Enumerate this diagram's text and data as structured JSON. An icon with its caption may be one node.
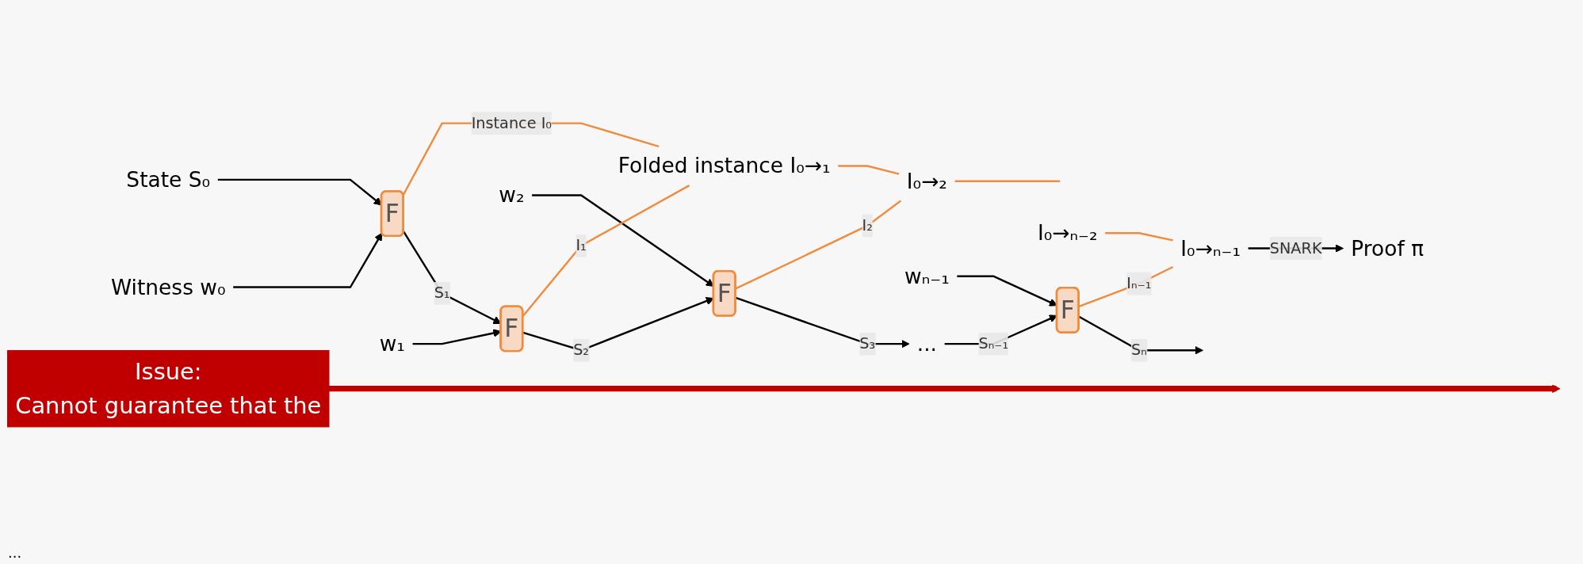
{
  "diagram": {
    "nodes": [
      {
        "text": [
          "Witness w₀"
        ]
      },
      {
        "text": [
          "State S₀"
        ]
      },
      {
        "text": [
          "F"
        ]
      },
      {
        "text": [
          "w₁"
        ]
      },
      {
        "text": [
          "F"
        ]
      },
      {
        "text": [
          "w₂"
        ]
      },
      {
        "text": [
          "F"
        ]
      },
      {
        "text": [
          "..."
        ]
      },
      {
        "text": [
          "wₙ₋₁"
        ]
      },
      {
        "text": [
          "F"
        ]
      },
      {
        "text": [
          "Folded instance I₀→₁"
        ]
      },
      {
        "text": [
          "I₀→₂"
        ]
      },
      {
        "text": [
          "I₀→ₙ₋₂"
        ]
      },
      {
        "text": [
          "I₀→ₙ₋₁"
        ]
      },
      {
        "text": [
          "Proof π"
        ]
      },
      {
        "text": [
          "Issue:",
          "Cannot guarantee that the"
        ]
      }
    ],
    "edges": [
      {
        "from": 0,
        "to": 2,
        "arrow": "to"
      },
      {
        "from": 1,
        "to": 2,
        "arrow": "to"
      },
      {
        "from": 3,
        "to": 4,
        "arrow": "to"
      },
      {
        "from": 2,
        "to": 4,
        "arrow": "to",
        "label": "S₁"
      },
      {
        "from": 5,
        "to": 6,
        "arrow": "to"
      },
      {
        "from": 4,
        "to": 6,
        "arrow": "to",
        "label": "S₂"
      },
      {
        "from": 6,
        "to": 7,
        "arrow": "to",
        "label": "S₃"
      },
      {
        "from": 8,
        "to": 9,
        "arrow": "to"
      },
      {
        "from": 7,
        "to": 9,
        "arrow": "to",
        "label": "Sₙ₋₁"
      },
      {
        "from": 9,
        "to": null,
        "arrow": "to",
        "label": "Sₙ"
      },
      {
        "from": 2,
        "to": 10,
        "arrow": "none",
        "label": "Instance I₀",
        "color": "#f08a3c"
      },
      {
        "from": 4,
        "to": 10,
        "arrow": "none",
        "label": "I₁",
        "color": "#f08a3c"
      },
      {
        "from": 10,
        "to": 11,
        "arrow": "none",
        "color": "#f08a3c"
      },
      {
        "from": 6,
        "to": 11,
        "arrow": "none",
        "label": "I₂",
        "color": "#f08a3c"
      },
      {
        "from": 11,
        "to": null,
        "arrow": "none",
        "color": "#f08a3c"
      },
      {
        "from": 12,
        "to": 13,
        "arrow": "none",
        "color": "#f08a3c"
      },
      {
        "from": 9,
        "to": 13,
        "arrow": "none",
        "label": "Iₙ₋₁",
        "color": "#f08a3c"
      },
      {
        "from": 13,
        "to": 14,
        "arrow": "to",
        "label": "SNARK"
      },
      {
        "from": 15,
        "to": null,
        "arrow": "to",
        "style": "thick",
        "color": "#c00000"
      }
    ],
    "labels": [
      "..."
    ]
  }
}
